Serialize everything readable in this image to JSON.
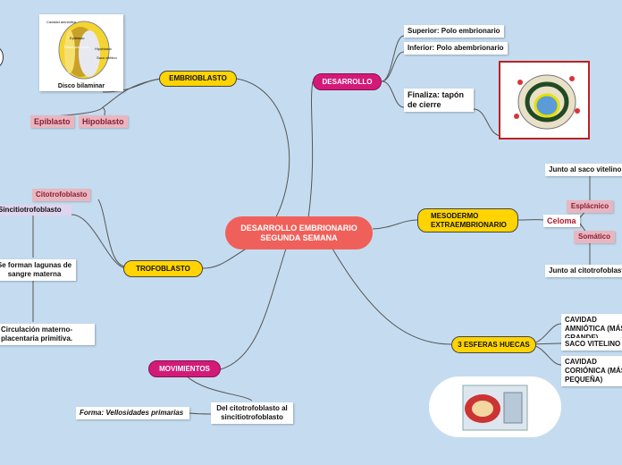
{
  "center": "DESARROLLO EMBRIONARIO SEGUNDA SEMANA",
  "embrioblasto": {
    "label": "EMBRIOBLASTO",
    "disco_caption": "Disco bilaminar",
    "disco_labels": [
      "Cavidad amniótica",
      "Epiblasto",
      "Hipoblasto",
      "Saco vitelino",
      "Placa precordal"
    ],
    "epiblasto": "Epiblasto",
    "hipoblasto": "Hipoblasto"
  },
  "trofoblasto": {
    "label": "TROFOBLASTO",
    "citotrofoblasto": "Citotrofoblasto",
    "sincitiotrofoblasto": "Sincitiotrofoblasto",
    "lagunas": "Se forman lagunas de sangre materna",
    "circulacion": "Circulación materno-placentaria primitiva."
  },
  "movimientos": {
    "label": "MOVIMIENTOS",
    "del_cito": "Del citotrofoblasto al sincitiotrofoblasto",
    "forma": "Forma: Vellosidades primarias"
  },
  "desarrollo": {
    "label": "DESARROLLO",
    "superior": "Superior: Polo embrionario",
    "inferior": "Inferior: Polo abembrionario",
    "finaliza": "Finaliza: tapón de cierre"
  },
  "mesodermo": {
    "label": "MESODERMO EXTRAEMBRIONARIO",
    "celoma": "Celoma",
    "esplacnico": "Esplácnico",
    "somatico": "Somático",
    "saco": "Junto al saco vitelino",
    "cito": "Junto al citotrofoblasto"
  },
  "esferas": {
    "label": "3 ESFERAS HUECAS",
    "amniotica": "CAVIDAD AMNIÓTICA (MÁS GRANDE)",
    "vitelino": "SACO VITELINO",
    "corionica": "CAVIDAD CORIÓNICA (MÁS PEQUEÑA)"
  },
  "colors": {
    "background": "#c5dcf0",
    "yellow": "#ffd400",
    "pink": "#d41a78",
    "center": "#f0605a"
  }
}
